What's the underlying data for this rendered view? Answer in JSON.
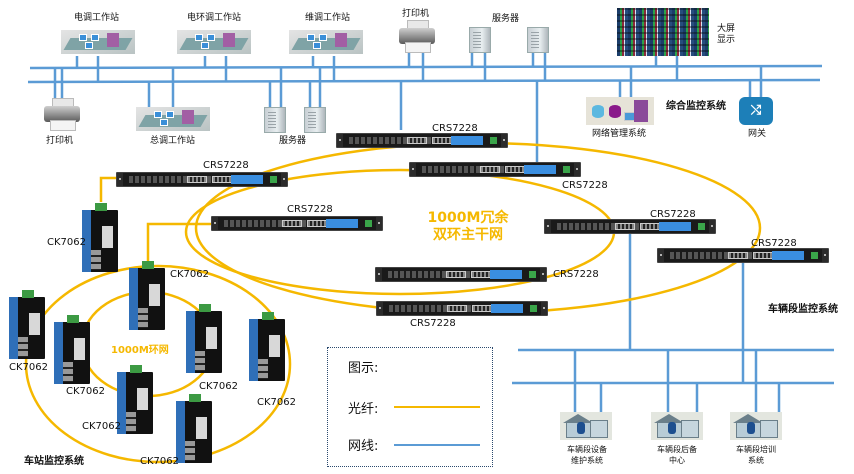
{
  "title": "网络拓扑结构图",
  "colors": {
    "fiber": "#f5b800",
    "ethernet": "#5b9bd5",
    "ring_text": "#f5b800",
    "text": "#111111"
  },
  "top_section": {
    "system_label": "综合监控系统",
    "workstations": [
      {
        "label": "电调工作站",
        "icon": "workstation-icon"
      },
      {
        "label": "电环调工作站",
        "icon": "workstation-icon"
      },
      {
        "label": "维调工作站",
        "icon": "workstation-icon"
      },
      {
        "label": "总调工作站",
        "icon": "workstation-icon"
      }
    ],
    "printers": [
      {
        "label": "打印机",
        "icon": "printer-icon"
      },
      {
        "label": "打印机",
        "icon": "printer-icon"
      }
    ],
    "servers": [
      {
        "label": "服务器",
        "icon": "server-icon"
      },
      {
        "label": "服务器",
        "icon": "server-icon"
      }
    ],
    "big_screen": {
      "label_line1": "大屏",
      "label_line2": "显示",
      "icon": "video-wall-icon"
    },
    "nms": {
      "label": "网络管理系统",
      "icon": "network-management-icon"
    },
    "gateway": {
      "label": "网关",
      "icon": "gateway-icon",
      "glyph": "⤭"
    }
  },
  "backbone": {
    "label_line1": "1000M冗余",
    "label_line2": "双环主干网",
    "switches": [
      {
        "model": "CRS7228"
      },
      {
        "model": "CRS7228"
      },
      {
        "model": "CRS7228"
      },
      {
        "model": "CRS7228"
      },
      {
        "model": "CRS7228"
      },
      {
        "model": "CRS7228"
      },
      {
        "model": "CRS7228"
      },
      {
        "model": "CRS7228"
      }
    ]
  },
  "station": {
    "system_label": "车站监控系统",
    "ring_label": "1000M环网",
    "switches": [
      {
        "model": "CK7062"
      },
      {
        "model": "CK7062"
      },
      {
        "model": "CK7062"
      },
      {
        "model": "CK7062"
      },
      {
        "model": "CK7062"
      },
      {
        "model": "CK7062"
      },
      {
        "model": "CK7062"
      },
      {
        "model": "CK7062"
      }
    ]
  },
  "depot": {
    "system_label": "车辆段监控系统",
    "sites": [
      {
        "line1": "车辆段设备",
        "line2": "维护系统",
        "icon": "building-icon"
      },
      {
        "line1": "车辆段后备",
        "line2": "中心",
        "icon": "building-icon"
      },
      {
        "line1": "车辆段培训",
        "line2": "系统",
        "icon": "building-icon"
      }
    ]
  },
  "legend": {
    "title": "图示:",
    "fiber_label": "光纤:",
    "ethernet_label": "网线:"
  }
}
